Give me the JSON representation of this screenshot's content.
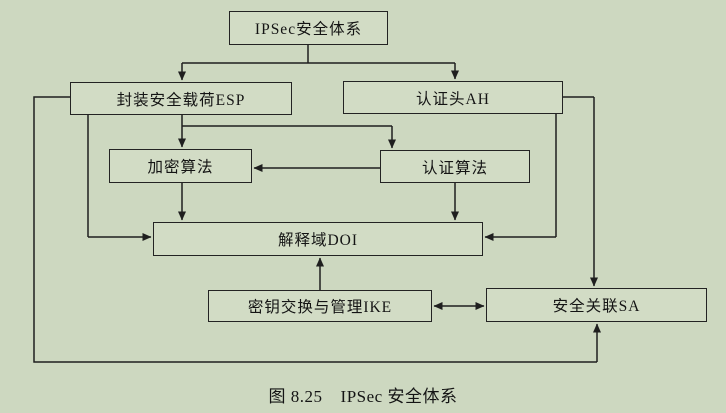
{
  "diagram": {
    "nodes": {
      "ipsec": {
        "label": "IPSec安全体系"
      },
      "esp": {
        "label": "封装安全载荷ESP"
      },
      "ah": {
        "label": "认证头AH"
      },
      "enc": {
        "label": "加密算法"
      },
      "auth": {
        "label": "认证算法"
      },
      "doi": {
        "label": "解释域DOI"
      },
      "ike": {
        "label": "密钥交换与管理IKE"
      },
      "sa": {
        "label": "安全关联SA"
      }
    },
    "edges": [
      {
        "from": "ipsec",
        "to": "esp"
      },
      {
        "from": "ipsec",
        "to": "ah"
      },
      {
        "from": "esp",
        "to": "enc"
      },
      {
        "from": "esp",
        "to": "auth"
      },
      {
        "from": "esp",
        "to": "doi"
      },
      {
        "from": "esp",
        "to": "sa"
      },
      {
        "from": "ah",
        "to": "doi"
      },
      {
        "from": "ah",
        "to": "sa"
      },
      {
        "from": "auth",
        "to": "enc"
      },
      {
        "from": "enc",
        "to": "doi"
      },
      {
        "from": "auth",
        "to": "doi"
      },
      {
        "from": "ike",
        "to": "doi"
      },
      {
        "from": "ike",
        "to": "sa",
        "bidirectional": true
      }
    ],
    "caption": {
      "figure": "图 8.25",
      "title": "IPSec 安全体系"
    }
  },
  "colors": {
    "background": "#cdd8c0",
    "box_fill": "#d2dcc5",
    "line": "#1f1f1f",
    "text": "#141414"
  }
}
